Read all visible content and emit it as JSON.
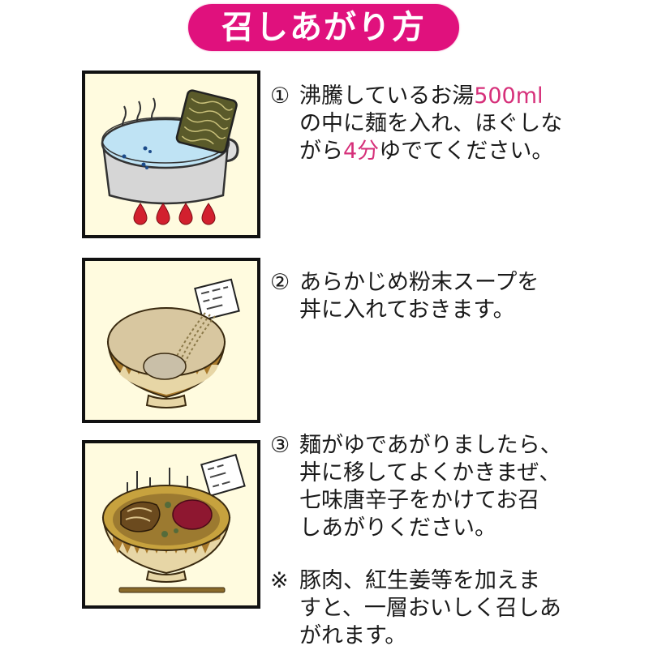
{
  "title": "召しあがり方",
  "colors": {
    "banner": "#E0117D",
    "highlight": "#D6307A",
    "panel_bg": "#FFFBDF",
    "panel_border": "#111111",
    "text": "#1a1a1a"
  },
  "steps": [
    {
      "number": "①",
      "illustration": "pot-of-boiling-water-with-noodles-over-flame",
      "lines": [
        {
          "segments": [
            "沸騰しているお湯",
            "500ml",
            ""
          ]
        },
        {
          "segments": [
            "の中に麺を入れ、ほぐしな"
          ]
        },
        {
          "segments": [
            "がら",
            "4分",
            "ゆでてください。"
          ]
        }
      ]
    },
    {
      "number": "②",
      "illustration": "soup-powder-poured-into-bowl",
      "lines": [
        {
          "segments": [
            "あらかじめ粉末スープを"
          ]
        },
        {
          "segments": [
            "丼に入れておきます。"
          ]
        }
      ]
    },
    {
      "number": "③",
      "illustration": "finished-noodle-bowl-with-toppings-and-chopsticks",
      "lines": [
        {
          "segments": [
            "麺がゆであがりましたら、"
          ]
        },
        {
          "segments": [
            "丼に移してよくかきまぜ、"
          ]
        },
        {
          "segments": [
            "七味唐辛子をかけてお召"
          ]
        },
        {
          "segments": [
            "しあがりください。"
          ]
        }
      ]
    }
  ],
  "note": {
    "mark": "※",
    "lines": [
      "豚肉、紅生姜等を加えま",
      "すと、一層おいしく召しあ",
      "がれます。"
    ]
  }
}
